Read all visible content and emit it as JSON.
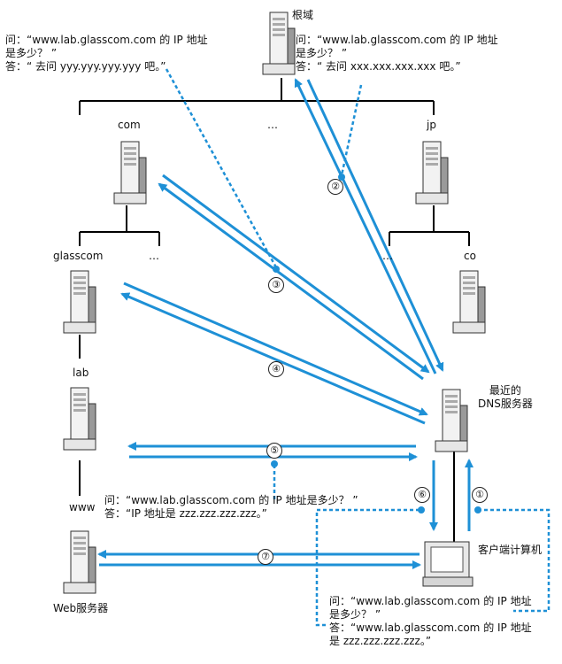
{
  "servers": {
    "root": "根域",
    "com": "com",
    "dots_top": "…",
    "jp": "jp",
    "glasscom": "glasscom",
    "dots_com": "…",
    "dots_jp": "…",
    "co": "co",
    "lab": "lab",
    "www": "www",
    "web_server": "Web服务器",
    "nearest_dns": "最近的\nDNS服务器",
    "client": "客户端计算机"
  },
  "dialogs": {
    "left_top": "问：“www.lab.glasscom.com 的 IP 地址\n是多少？ ”\n答：“ 去问 yyy.yyy.yyy.yyy 吧。”",
    "right_top": "问：“www.lab.glasscom.com 的 IP 地址\n是多少？ ”\n答：“ 去问 xxx.xxx.xxx.xxx 吧。”",
    "middle": "问：“www.lab.glasscom.com 的 IP 地址是多少？ ”\n答：“IP 地址是 zzz.zzz.zzz.zzz。”",
    "bottom": "问：“www.lab.glasscom.com 的 IP 地址\n是多少？ ”\n答：“www.lab.glasscom.com 的 IP 地址\n是 zzz.zzz.zzz.zzz。”"
  },
  "steps": [
    "①",
    "②",
    "③",
    "④",
    "⑤",
    "⑥",
    "⑦"
  ],
  "colors": {
    "arrow": "#1e90d6",
    "line": "#000000"
  }
}
